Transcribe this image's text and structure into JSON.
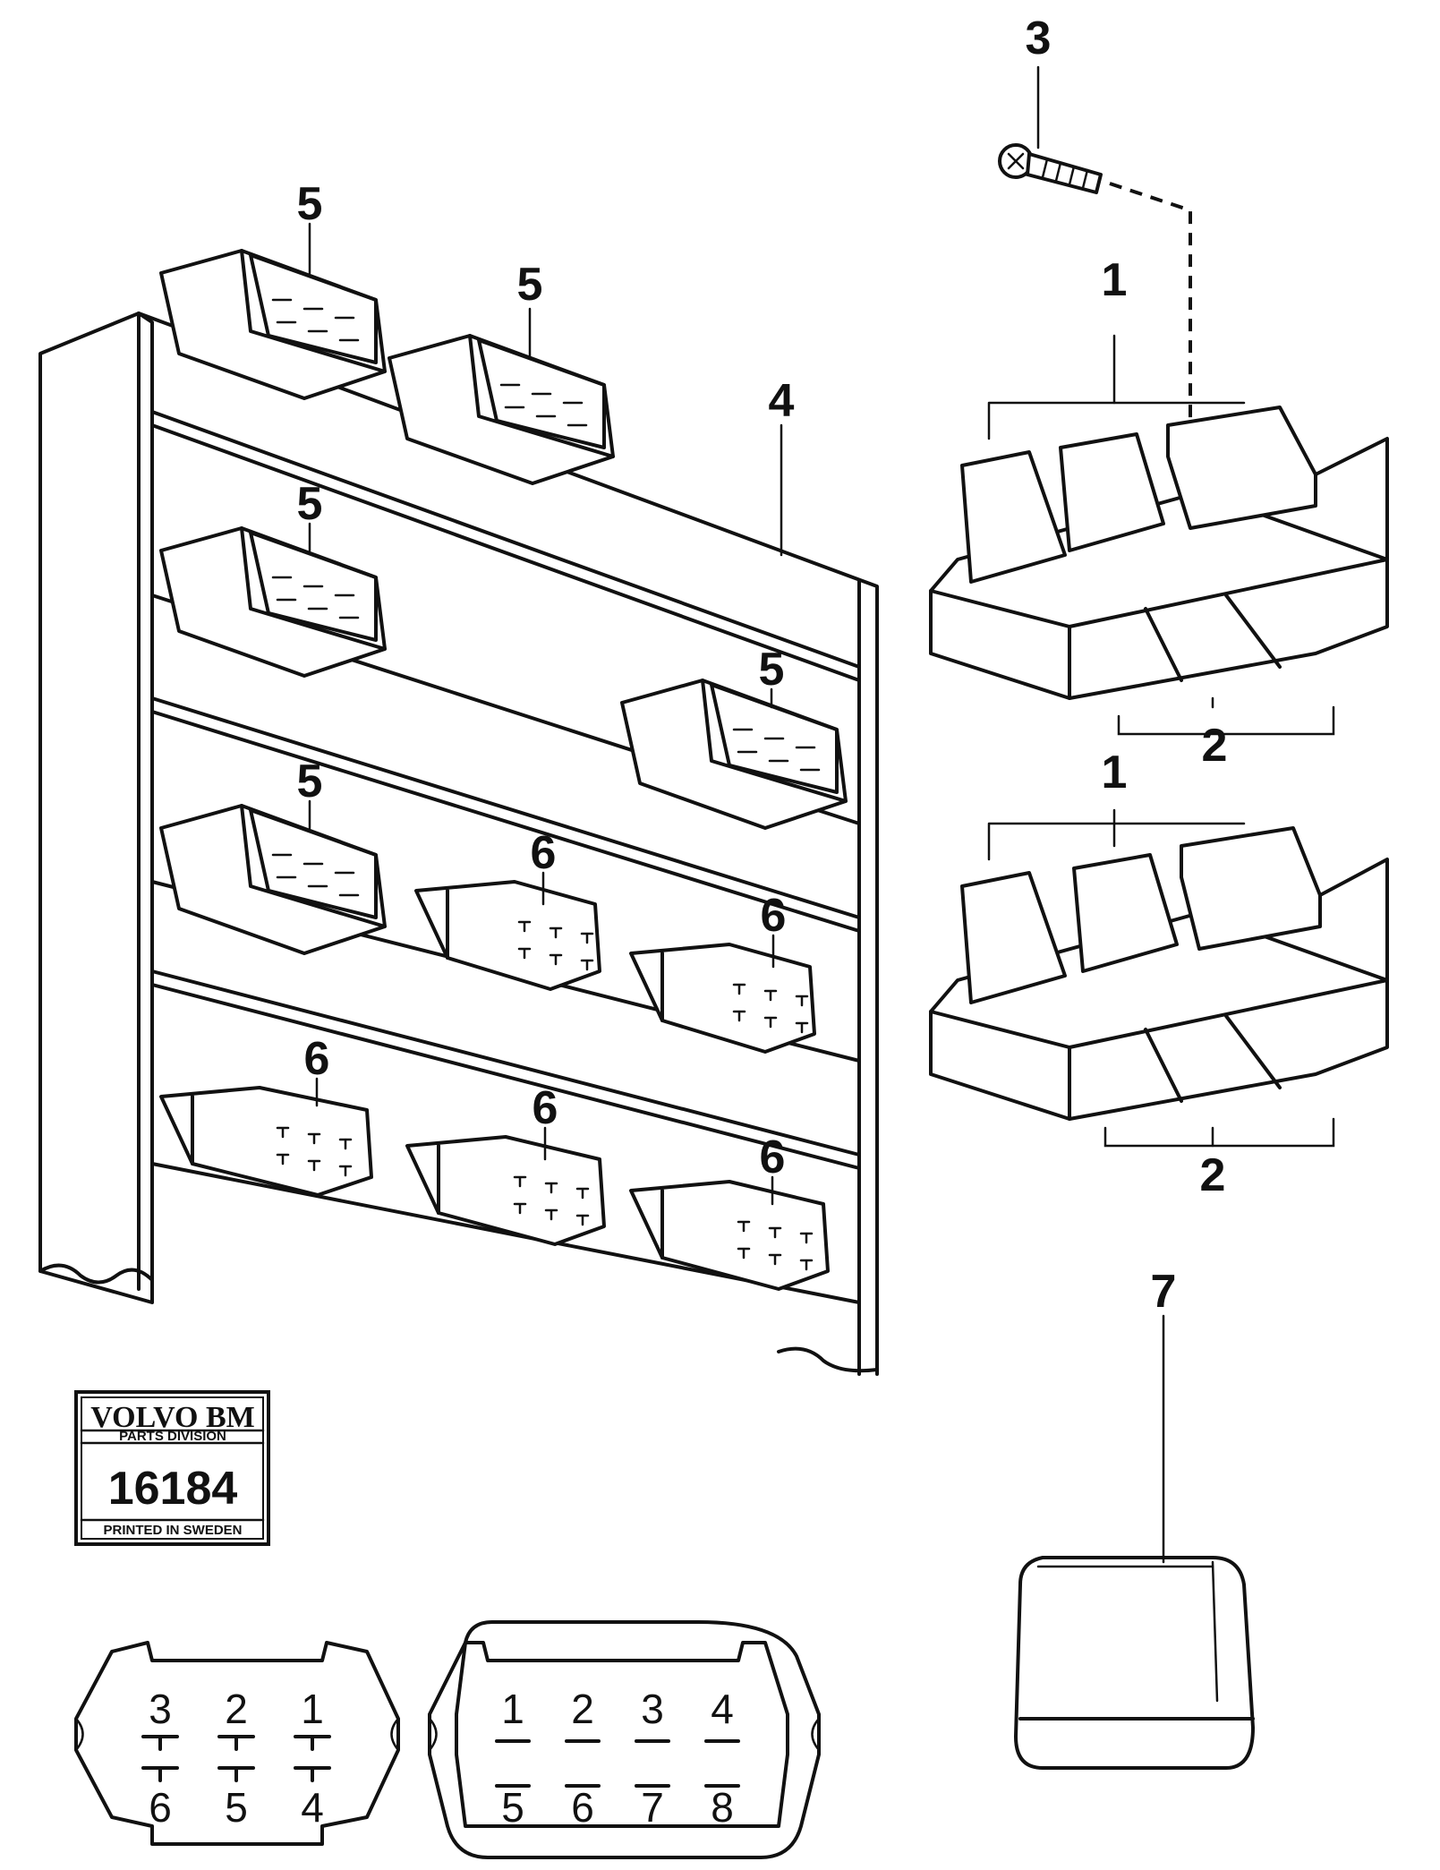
{
  "callouts": {
    "relay": "1",
    "relay_base": "2",
    "screw": "3",
    "bracket": "4",
    "connector_8pin": "5",
    "connector_6pin": "6",
    "relay_cover": "7"
  },
  "logo": {
    "brand": "VOLVO BM",
    "division": "PARTS DIVISION",
    "number": "16184",
    "printed": "PRINTED IN SWEDEN"
  },
  "pinout_6pin": {
    "top_row": [
      "3",
      "2",
      "1"
    ],
    "bottom_row": [
      "6",
      "5",
      "4"
    ]
  },
  "pinout_8pin": {
    "top_row": [
      "1",
      "2",
      "3",
      "4"
    ],
    "bottom_row": [
      "5",
      "6",
      "7",
      "8"
    ]
  }
}
